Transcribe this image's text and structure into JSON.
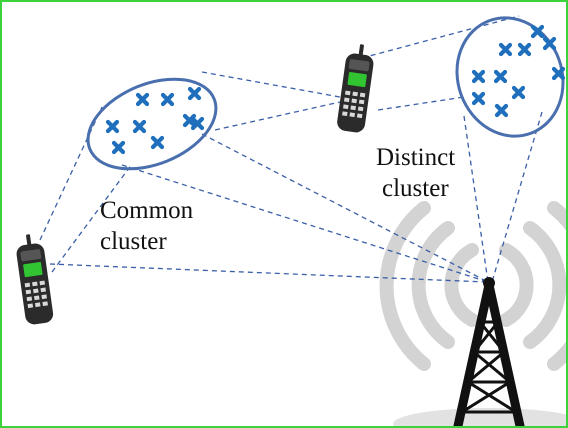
{
  "colors": {
    "border": "#3cd23c",
    "dashed_line": "#3a5fa8",
    "ellipse_stroke": "#4a6fae",
    "marker": "#1f6fbd",
    "phone_body": "#2b2b2b",
    "phone_screen": "#31c531",
    "tower": "#111111",
    "wave": "#d3d3d3"
  },
  "labels": {
    "common_line1": "Common",
    "common_line2": "cluster",
    "distinct_line1": "Distinct",
    "distinct_line2": "cluster"
  },
  "icons": {
    "phone": "mobile-phone-icon",
    "tower": "cell-tower-icon",
    "scatterer": "x-mark-icon"
  },
  "clusters": [
    {
      "name": "common",
      "scatterer_count": 9
    },
    {
      "name": "distinct",
      "scatterer_count": 10
    }
  ]
}
